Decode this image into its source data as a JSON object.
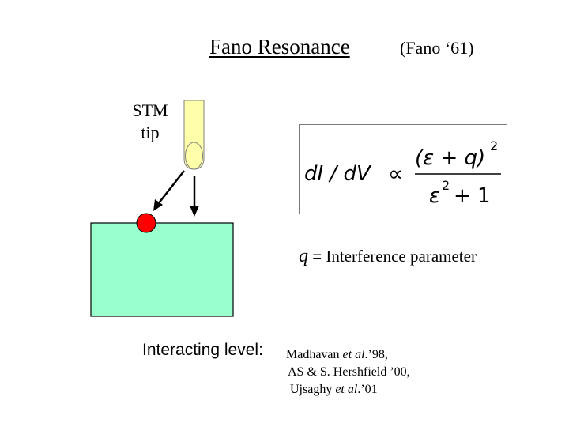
{
  "title": {
    "main": "Fano Resonance",
    "ref": "(Fano ‘61)"
  },
  "diagram": {
    "stm_label_line1": "STM",
    "stm_label_line2": "tip",
    "colors": {
      "tip_fill": "#ffffaa",
      "tip_stroke": "#808080",
      "substrate_fill": "#99ffcc",
      "atom_fill": "#ff0000"
    }
  },
  "formula": {
    "lhs": "dI / dV",
    "relation": "∝",
    "numerator": "(ε + q)",
    "numerator_exp": "2",
    "denominator_base": "ε",
    "denominator_exp": "2",
    "denominator_rest": "+ 1"
  },
  "q_definition": {
    "symbol": "q",
    "text": " =  Interference parameter"
  },
  "interacting_label": "Interacting level:",
  "references": {
    "line1_authors": "Madhavan ",
    "line1_etal": "et al",
    "line1_year": ".’98,",
    "line2": "AS & S. Hershfield ’00,",
    "line3_authors": "Ujsaghy ",
    "line3_etal": "et al",
    "line3_year": ".’01"
  }
}
